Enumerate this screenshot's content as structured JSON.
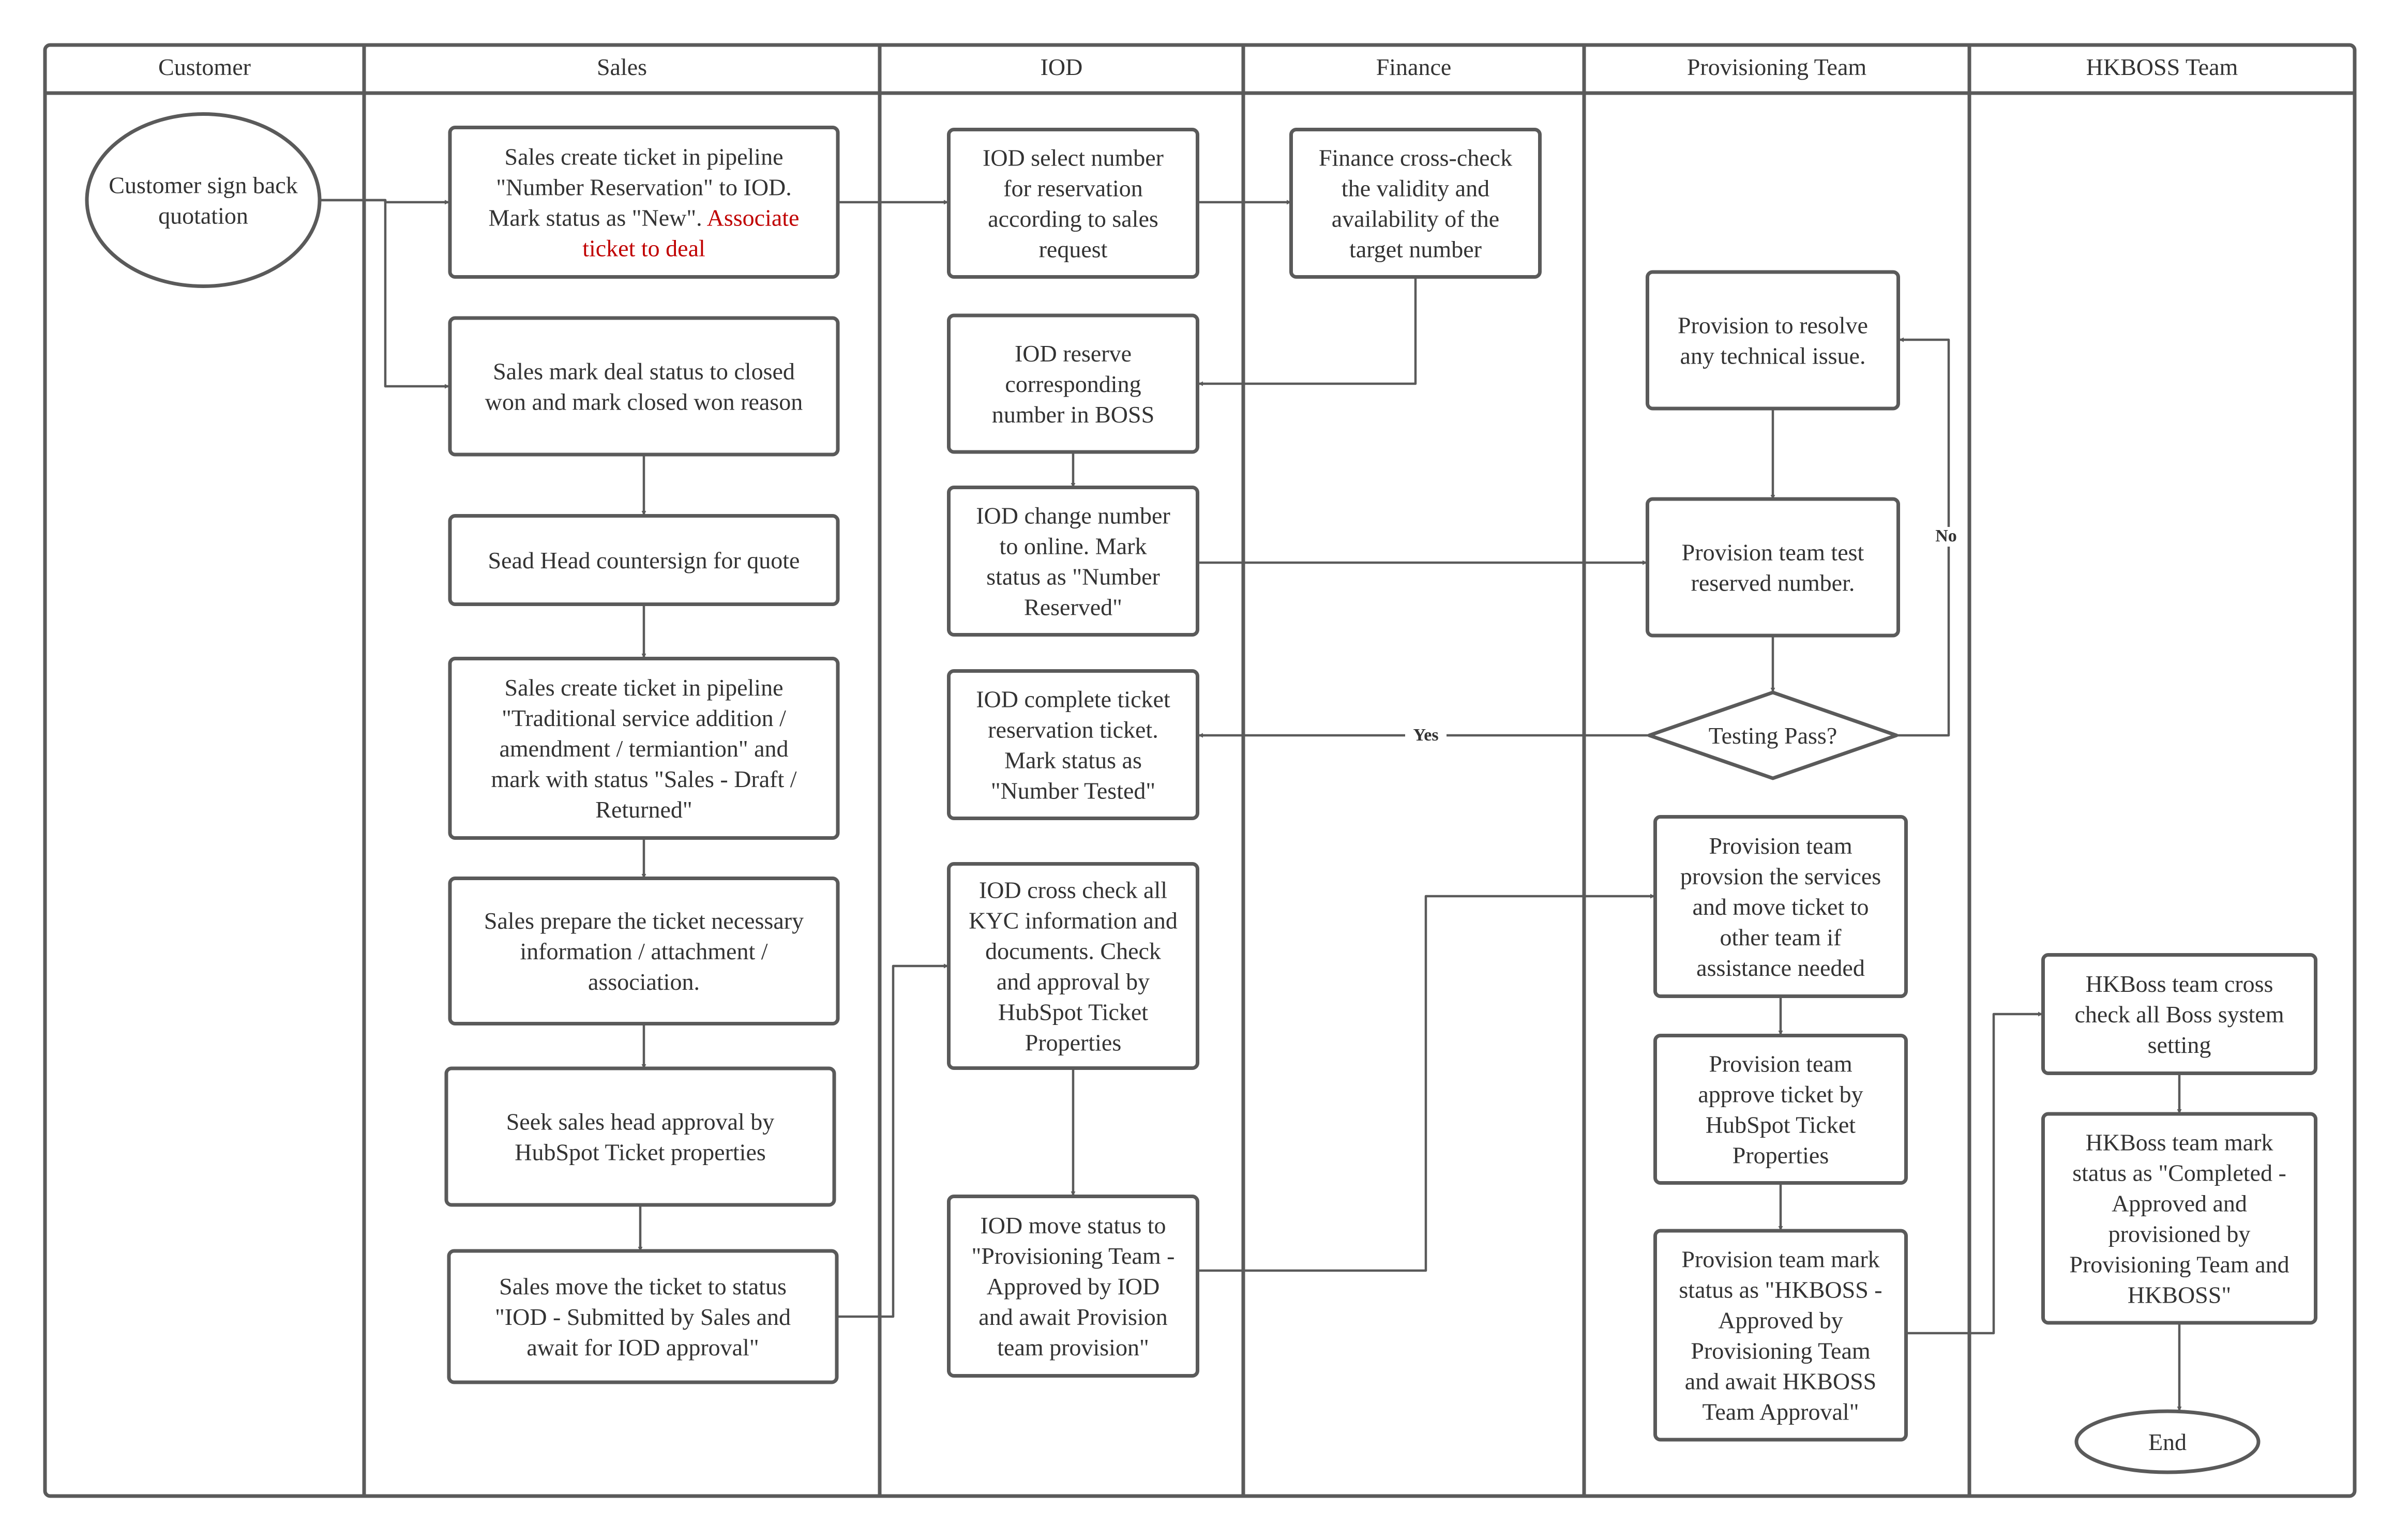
{
  "colors": {
    "stroke": "#5a5a5a",
    "text": "#333333",
    "highlight": "#c00000",
    "background": "#ffffff"
  },
  "lanes": [
    "Customer",
    "Sales",
    "IOD",
    "Finance",
    "Provisioning Team",
    "HKBOSS Team"
  ],
  "nodes": {
    "customer_sign": {
      "shape": "ellipse",
      "lines": [
        [
          "Customer sign back"
        ],
        [
          "quotation"
        ]
      ]
    },
    "sales_create_ticket": {
      "shape": "rect",
      "lines": [
        [
          "Sales create ticket in pipeline"
        ],
        [
          "\"Number Reservation\" to IOD."
        ],
        [
          "Mark status as \"New\". ",
          "Associate"
        ],
        [
          "ticket to deal"
        ]
      ]
    },
    "sales_mark_closed": {
      "shape": "rect",
      "lines": [
        [
          "Sales mark deal status to closed"
        ],
        [
          "won and mark closed won reason"
        ]
      ]
    },
    "sead_head_countersign": {
      "shape": "rect",
      "lines": [
        [
          "Sead Head countersign for quote"
        ]
      ]
    },
    "sales_create_traditional": {
      "shape": "rect",
      "lines": [
        [
          "Sales create ticket in pipeline"
        ],
        [
          "\"Traditional service addition /"
        ],
        [
          "amendment / termiantion\" and"
        ],
        [
          "mark with status \"Sales - Draft /"
        ],
        [
          "Returned\""
        ]
      ]
    },
    "sales_prepare": {
      "shape": "rect",
      "lines": [
        [
          "Sales prepare the ticket necessary"
        ],
        [
          "information / attachment /"
        ],
        [
          "association."
        ]
      ]
    },
    "seek_approval": {
      "shape": "rect",
      "lines": [
        [
          "Seek sales head approval by"
        ],
        [
          "HubSpot Ticket properties"
        ]
      ]
    },
    "sales_move_status": {
      "shape": "rect",
      "lines": [
        [
          "Sales move the ticket to status"
        ],
        [
          "\"IOD - Submitted by Sales and"
        ],
        [
          "await for IOD approval\""
        ]
      ]
    },
    "iod_select": {
      "shape": "rect",
      "lines": [
        [
          "IOD select number"
        ],
        [
          "for reservation"
        ],
        [
          "according to sales"
        ],
        [
          "request"
        ]
      ]
    },
    "iod_reserve": {
      "shape": "rect",
      "lines": [
        [
          "IOD reserve"
        ],
        [
          "corresponding"
        ],
        [
          "number in BOSS"
        ]
      ]
    },
    "iod_change_online": {
      "shape": "rect",
      "lines": [
        [
          "IOD change number"
        ],
        [
          "to online.  Mark"
        ],
        [
          "status as \"Number"
        ],
        [
          "Reserved\""
        ]
      ]
    },
    "iod_complete": {
      "shape": "rect",
      "lines": [
        [
          "IOD complete ticket"
        ],
        [
          "reservation ticket."
        ],
        [
          "Mark status as"
        ],
        [
          "\"Number Tested\""
        ]
      ]
    },
    "iod_cross_check": {
      "shape": "rect",
      "lines": [
        [
          "IOD cross check all"
        ],
        [
          "KYC information and"
        ],
        [
          "documents. Check"
        ],
        [
          "and approval by"
        ],
        [
          "HubSpot Ticket"
        ],
        [
          "Properties"
        ]
      ]
    },
    "iod_move_status": {
      "shape": "rect",
      "lines": [
        [
          "IOD move status to"
        ],
        [
          "\"Provisioning Team -"
        ],
        [
          "Approved by IOD"
        ],
        [
          "and await Provision"
        ],
        [
          "team provision\""
        ]
      ]
    },
    "finance_check": {
      "shape": "rect",
      "lines": [
        [
          "Finance cross-check"
        ],
        [
          "the validity and"
        ],
        [
          "availability of the"
        ],
        [
          "target number"
        ]
      ]
    },
    "prov_resolve": {
      "shape": "rect",
      "lines": [
        [
          "Provision to resolve"
        ],
        [
          "any technical issue."
        ]
      ]
    },
    "prov_test": {
      "shape": "rect",
      "lines": [
        [
          "Provision team test"
        ],
        [
          "reserved number."
        ]
      ]
    },
    "testing_pass": {
      "shape": "diamond",
      "lines": [
        [
          "Testing Pass?"
        ]
      ]
    },
    "prov_services": {
      "shape": "rect",
      "lines": [
        [
          "Provision team"
        ],
        [
          "provsion the services"
        ],
        [
          "and move ticket to"
        ],
        [
          "other team if"
        ],
        [
          "assistance needed"
        ]
      ]
    },
    "prov_approve": {
      "shape": "rect",
      "lines": [
        [
          "Provision team"
        ],
        [
          "approve ticket by"
        ],
        [
          "HubSpot Ticket"
        ],
        [
          "Properties"
        ]
      ]
    },
    "prov_mark_status": {
      "shape": "rect",
      "lines": [
        [
          "Provision team mark"
        ],
        [
          "status as \"HKBOSS -"
        ],
        [
          "Approved by"
        ],
        [
          "Provisioning Team"
        ],
        [
          "and await HKBOSS"
        ],
        [
          "Team Approval\""
        ]
      ]
    },
    "hkboss_cross_check": {
      "shape": "rect",
      "lines": [
        [
          "HKBoss team cross"
        ],
        [
          "check all Boss system"
        ],
        [
          "setting"
        ]
      ]
    },
    "hkboss_mark": {
      "shape": "rect",
      "lines": [
        [
          "HKBoss team mark"
        ],
        [
          "status as \"Completed -"
        ],
        [
          "Approved and"
        ],
        [
          "provisioned by"
        ],
        [
          "Provisioning Team and"
        ],
        [
          "HKBOSS\""
        ]
      ]
    },
    "end": {
      "shape": "ellipse",
      "lines": [
        [
          "End"
        ]
      ]
    }
  },
  "edges": [
    {
      "from": "customer_sign",
      "to": "sales_create_ticket"
    },
    {
      "from": "customer_sign",
      "to": "sales_mark_closed"
    },
    {
      "from": "sales_create_ticket",
      "to": "iod_select"
    },
    {
      "from": "iod_select",
      "to": "finance_check"
    },
    {
      "from": "finance_check",
      "to": "iod_reserve"
    },
    {
      "from": "iod_reserve",
      "to": "iod_change_online"
    },
    {
      "from": "iod_change_online",
      "to": "prov_test"
    },
    {
      "from": "prov_resolve",
      "to": "prov_test"
    },
    {
      "from": "prov_test",
      "to": "testing_pass"
    },
    {
      "from": "testing_pass",
      "to": "prov_resolve",
      "label": "No"
    },
    {
      "from": "testing_pass",
      "to": "iod_complete",
      "label": "Yes"
    },
    {
      "from": "sales_mark_closed",
      "to": "sead_head_countersign"
    },
    {
      "from": "sead_head_countersign",
      "to": "sales_create_traditional"
    },
    {
      "from": "sales_create_traditional",
      "to": "sales_prepare"
    },
    {
      "from": "sales_prepare",
      "to": "seek_approval"
    },
    {
      "from": "seek_approval",
      "to": "sales_move_status"
    },
    {
      "from": "sales_move_status",
      "to": "iod_cross_check"
    },
    {
      "from": "iod_cross_check",
      "to": "iod_move_status"
    },
    {
      "from": "iod_move_status",
      "to": "prov_services"
    },
    {
      "from": "prov_services",
      "to": "prov_approve"
    },
    {
      "from": "prov_approve",
      "to": "prov_mark_status"
    },
    {
      "from": "prov_mark_status",
      "to": "hkboss_cross_check"
    },
    {
      "from": "hkboss_cross_check",
      "to": "hkboss_mark"
    },
    {
      "from": "hkboss_mark",
      "to": "end"
    }
  ]
}
